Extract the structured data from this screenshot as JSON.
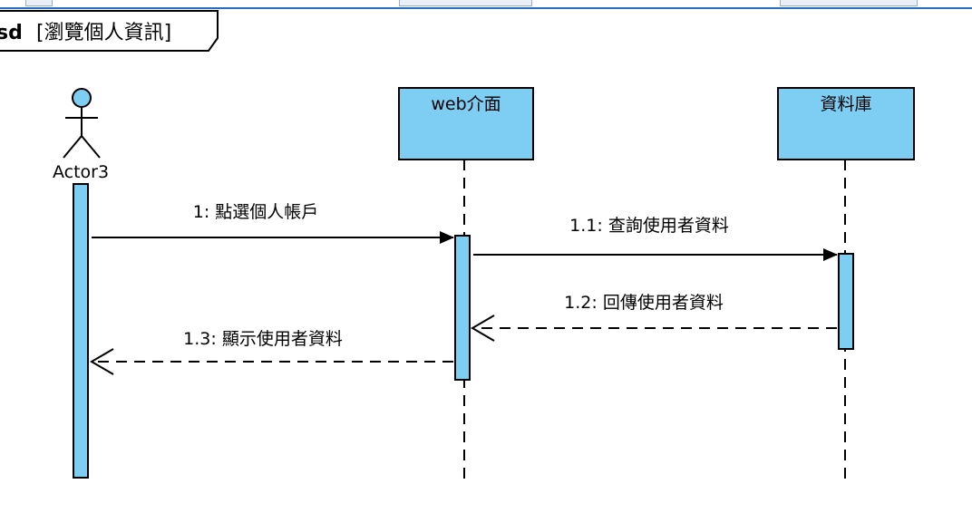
{
  "frame": {
    "keyword": "sd",
    "name": "[瀏覽個人資訊]"
  },
  "actor": {
    "name": "Actor3"
  },
  "lifelines": [
    {
      "name": "web介面"
    },
    {
      "name": "資料庫"
    }
  ],
  "messages": [
    {
      "label": "1: 點選個人帳戶",
      "kind": "sync"
    },
    {
      "label": "1.1: 查詢使用者資料",
      "kind": "sync"
    },
    {
      "label": "1.2: 回傳使用者資料",
      "kind": "return"
    },
    {
      "label": "1.3: 顯示使用者資料",
      "kind": "return"
    }
  ],
  "colors": {
    "fill": "#7ecef4",
    "stroke": "#000000",
    "accent": "#2a6fbf"
  }
}
